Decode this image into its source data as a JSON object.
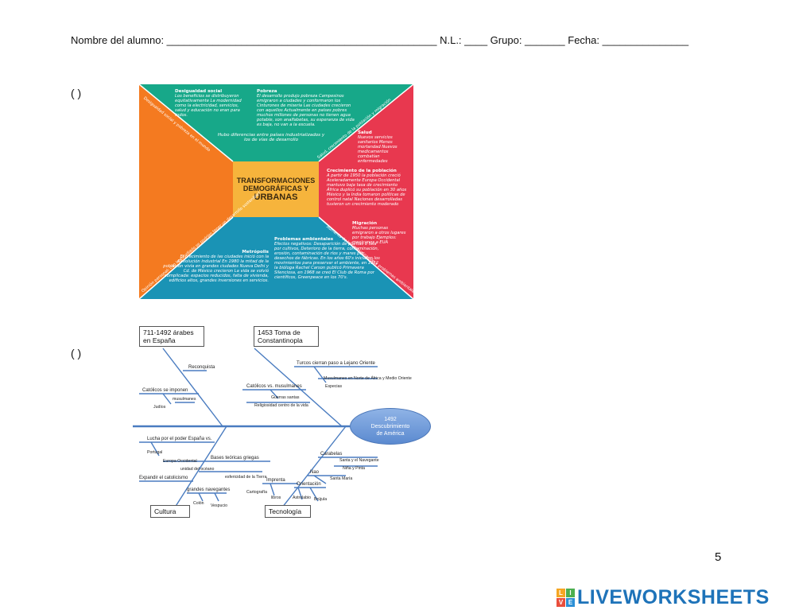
{
  "header": {
    "text": "Nombre del alumno:   _______________________________________________ N.L.: ____   Grupo: _______   Fecha: _______________"
  },
  "answer_parens": [
    "(    )",
    "(    )"
  ],
  "concept_map": {
    "center_line1": "TRANSFORMACIONES",
    "center_line2": "DEMOGRÁFICAS Y",
    "center_line3": "URBANAS",
    "top_center": "Hubo diferencias entre países industrializados y los de vías de desarrollo",
    "desigualdad_title": "Desigualdad social",
    "desigualdad_body": "Los beneficios se distribuyeron equitativamente La modernidad como   la electricidad, servicios, salud y   educación no eran      para todos.",
    "pobreza_title": "Pobreza",
    "pobreza_body": "El desarrollo produjo pobreza Campesinos emigraron a ciudades y conformaron los   Cinturones de miseria Las ciudades crecieron con aquellos Actualmente en países pobres muchos millones de personas no tienen agua potable, son analfabetas, su esperanza de  vida es baja, no van a la escuela.",
    "salud_title": "Salud",
    "salud_body": "Nuevos servicios sanitarios Menos mortandad Nuevos medicamentos combatían enfermedades",
    "crecimiento_title": "Crecimiento de la población",
    "crecimiento_body": "A partir de 1950 la población creció Aceleradamente Europa Occidental mantuvo baja tasa de crecimiento África duplicó su población en 30 años México y la India tomaron políticas de control natal Naciones desarrolladas tuvieron un crecimiento moderado",
    "migracion_title": "Migración",
    "migracion_body": "Muchas personas emigraron a otros lugares por trabajo Ejemplos: mexicanos a EUA",
    "ambientales_title": "Problemas ambientales",
    "ambientales_body": "Efectos negativos: Desaparición de plantas o tala por cultivos, Deterioro de la tierra, contaminación, erosión, contaminación de ríos y mares por desechos de fábricas. En los años 60's iniciaron los movimientos para preservar el ambiente, en 1962 la bióloga Rachel Carson publicó Primavera  Silenciosa, en 1968 se creó El Club de Roma por científicos, Greenpeace en los 70's.",
    "metropolis_title": "Metrópolis",
    "metropolis_body": "El crecimiento de las ciudades inició con la Revolución industrial En 1980 la mitad de la población vivía en grandes ciudades Nueva Delhi y Cd. de México crecieron La vida se volvió complicada: espacios reducidos, falta de vivienda, edificios altos, grandes inversiones en servicios.",
    "diag_left": "Desigualdad social y pobreza en el mundo",
    "diag_right_top": "Salud, crecimiento de la población y migración",
    "diag_left_bottom": "Opinión personal: con lo estudiado se podrían tener un desarrollo sostenible?",
    "diag_right_bottom": "Aumento de la contaminación y problemas ambientales",
    "colors": {
      "top": "#17a889",
      "left": "#f47a20",
      "right": "#e8384f",
      "bottom": "#1a93b5",
      "center": "#f6b43c"
    }
  },
  "fishbone": {
    "box1": "711-1492 árabes en España",
    "box2": "1453 Toma de Constantinopla",
    "box3": "Cultura",
    "box4": "Tecnología",
    "head_line1": "1492",
    "head_line2": "Descubrimiento",
    "head_line3": "de América",
    "reconquista": "Reconquista",
    "catolicos_impusieron": "Católicos se imponen",
    "musulmanes": "musulmanes",
    "judios": "Judíos",
    "turcos": "Turcos cierran paso a Lejano  Oriente",
    "musulmanes_norte": "Musulmanes en Norte de África y Medio Oriente",
    "especias": "Especias",
    "catolicos_vs": "Católicos vs. musulmanes",
    "guerras_santas": "Guerras santas",
    "religiosidad": "Religiosidad centro de la vida",
    "lucha_poder": "Lucha por el poder España vs.",
    "portugal": "Portugal",
    "europa_occ": "Europa Occidental",
    "bases_teoricas": "Bases teóricas griegas",
    "unidad_oceano": "unidad del océano",
    "esfericidad": "esfericidad de la Tierra",
    "expandir": "Expandir el catolicismo",
    "grandes_navegantes": "grandes navegantes",
    "colon": "Colón",
    "vespucio": "Vespucio",
    "carabelas": "Carabelas",
    "santa_maria_nav": "Santa y el Navegante",
    "nina_pinta": "Niña y Pinta",
    "nao": "Nao",
    "santa_maria": "Santa María",
    "imprenta": "Imprenta",
    "orientacion": "Orientación",
    "cartografia": "Cartografía",
    "libros": "libros",
    "astrolabio": "Astrolabio",
    "brujula": "Brújula",
    "colors": {
      "ellipse": "#6b95d6",
      "line": "#4a7cc0"
    }
  },
  "page_number": "5",
  "logo": {
    "tiles": [
      "L",
      "I",
      "V",
      "E"
    ],
    "tile_colors": [
      "#f5a623",
      "#4caf50",
      "#e94e3c",
      "#2b8fd6"
    ],
    "word": "LIVEWORKSHEETS"
  }
}
